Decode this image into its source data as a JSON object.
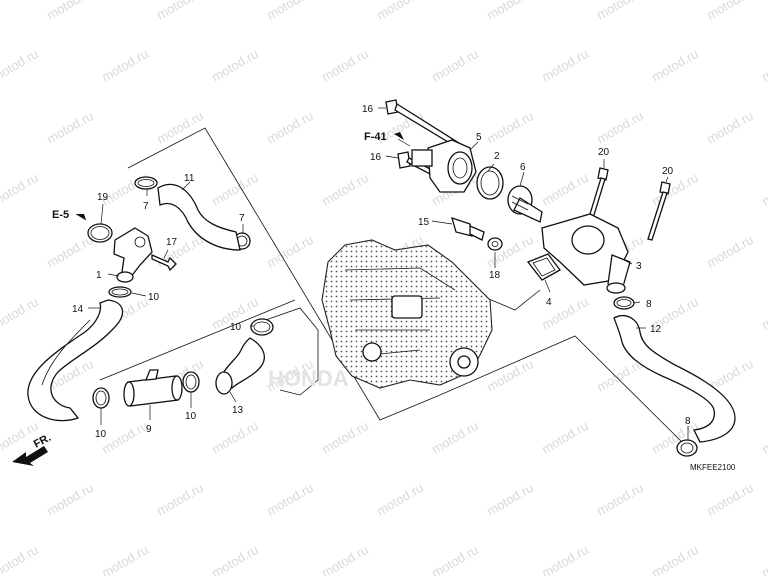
{
  "watermark": {
    "text": "motod.ru"
  },
  "diagram_code": "MKFEE2100",
  "direction_marker": "FR.",
  "references": [
    {
      "id": "ref-e5",
      "text": "E-5"
    },
    {
      "id": "ref-f41",
      "text": "F-41"
    }
  ],
  "callouts": [
    {
      "id": "c1",
      "label": "1"
    },
    {
      "id": "c2",
      "label": "2"
    },
    {
      "id": "c3",
      "label": "3"
    },
    {
      "id": "c4",
      "label": "4"
    },
    {
      "id": "c5",
      "label": "5"
    },
    {
      "id": "c6",
      "label": "6"
    },
    {
      "id": "c7a",
      "label": "7"
    },
    {
      "id": "c7b",
      "label": "7"
    },
    {
      "id": "c8a",
      "label": "8"
    },
    {
      "id": "c8b",
      "label": "8"
    },
    {
      "id": "c9",
      "label": "9"
    },
    {
      "id": "c10a",
      "label": "10"
    },
    {
      "id": "c10b",
      "label": "10"
    },
    {
      "id": "c10c",
      "label": "10"
    },
    {
      "id": "c10d",
      "label": "10"
    },
    {
      "id": "c11",
      "label": "11"
    },
    {
      "id": "c12",
      "label": "12"
    },
    {
      "id": "c13",
      "label": "13"
    },
    {
      "id": "c14",
      "label": "14"
    },
    {
      "id": "c15",
      "label": "15"
    },
    {
      "id": "c16a",
      "label": "16"
    },
    {
      "id": "c16b",
      "label": "16"
    },
    {
      "id": "c17",
      "label": "17"
    },
    {
      "id": "c18",
      "label": "18"
    },
    {
      "id": "c19",
      "label": "19"
    },
    {
      "id": "c20a",
      "label": "20"
    },
    {
      "id": "c20b",
      "label": "20"
    }
  ]
}
